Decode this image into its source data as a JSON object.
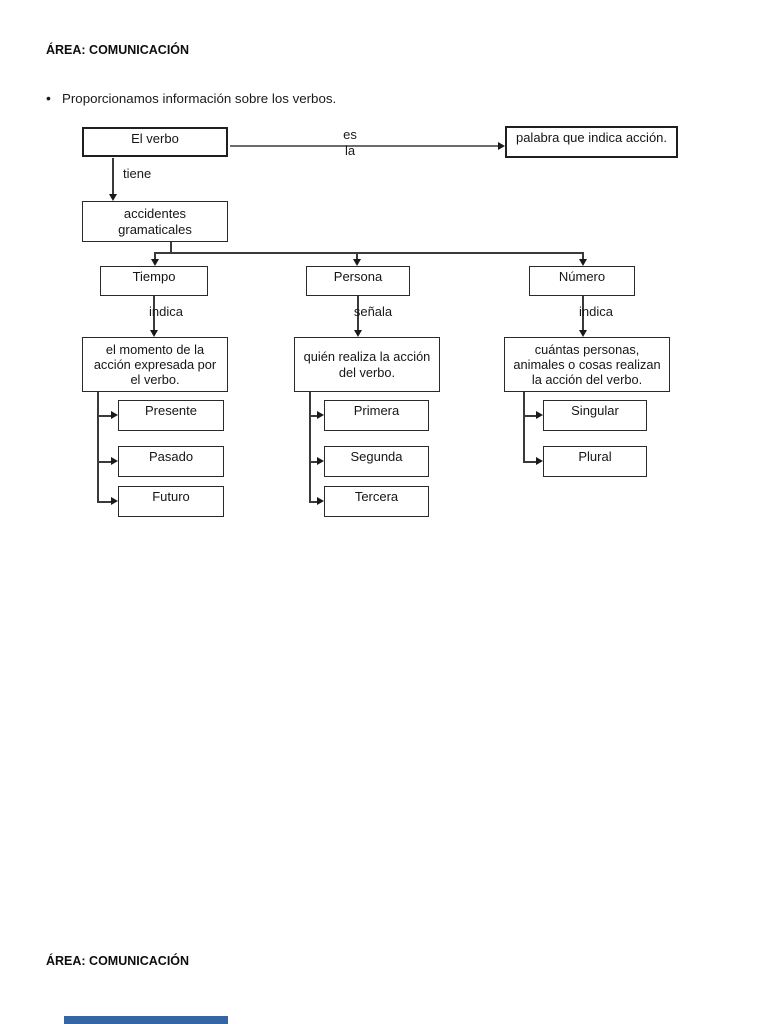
{
  "page": {
    "header_top": "ÁREA: COMUNICACIÓN",
    "header_bottom": "ÁREA: COMUNICACIÓN",
    "bullet_glyph": "•",
    "intro": "Proporcionamos información sobre los verbos."
  },
  "diagram": {
    "nodes": {
      "el_verbo": "El verbo",
      "palabra": "palabra que indica acción.",
      "accidentes": "accidentes\ngramaticales",
      "tiempo": "Tiempo",
      "persona": "Persona",
      "numero": "Número",
      "desc_tiempo": "el momento de la\nacción expresada por\nel verbo.",
      "desc_persona": "quién realiza la acción\ndel verbo.",
      "desc_numero": "cuántas personas,\nanimales o cosas realizan\nla acción del verbo.",
      "presente": "Presente",
      "pasado": "Pasado",
      "futuro": "Futuro",
      "primera": "Primera",
      "segunda": "Segunda",
      "tercera": "Tercera",
      "singular": "Singular",
      "plural": "Plural"
    },
    "labels": {
      "es": "es",
      "la": "la",
      "tiene": "tiene",
      "indica_tiempo": "indica",
      "senala_persona": "señala",
      "indica_numero": "indica"
    }
  },
  "colors": {
    "line": "#3a3a3a",
    "box_border": "#2a2a2a",
    "next_page_bar": "#3465a4"
  }
}
